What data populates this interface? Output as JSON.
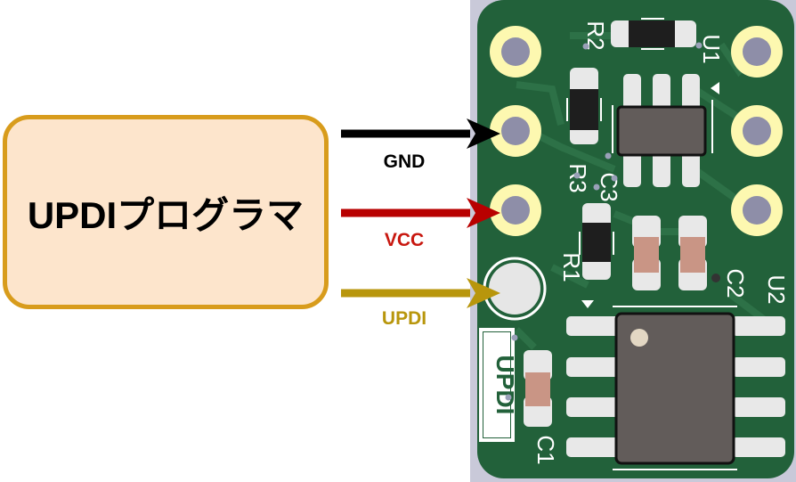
{
  "programmer": {
    "label": "UPDIプログラマ",
    "fill": "#fde5cc",
    "border": "#d89c1c"
  },
  "signals": [
    {
      "name": "GND",
      "color": "#000000"
    },
    {
      "name": "VCC",
      "color": "#c00000"
    },
    {
      "name": "UPDI",
      "color": "#b8960c"
    }
  ],
  "board": {
    "silkscreen": {
      "r1": "R1",
      "r2": "R2",
      "r3": "R3",
      "c1": "C1",
      "c2": "C2",
      "c3": "C3",
      "u1": "U1",
      "u2": "U2",
      "updi": "UPDI"
    },
    "colors": {
      "pcb": "#22613a",
      "pad_ring": "#fdf8b0",
      "drill": "#8e8ea8",
      "chip": "#625c5a"
    }
  }
}
